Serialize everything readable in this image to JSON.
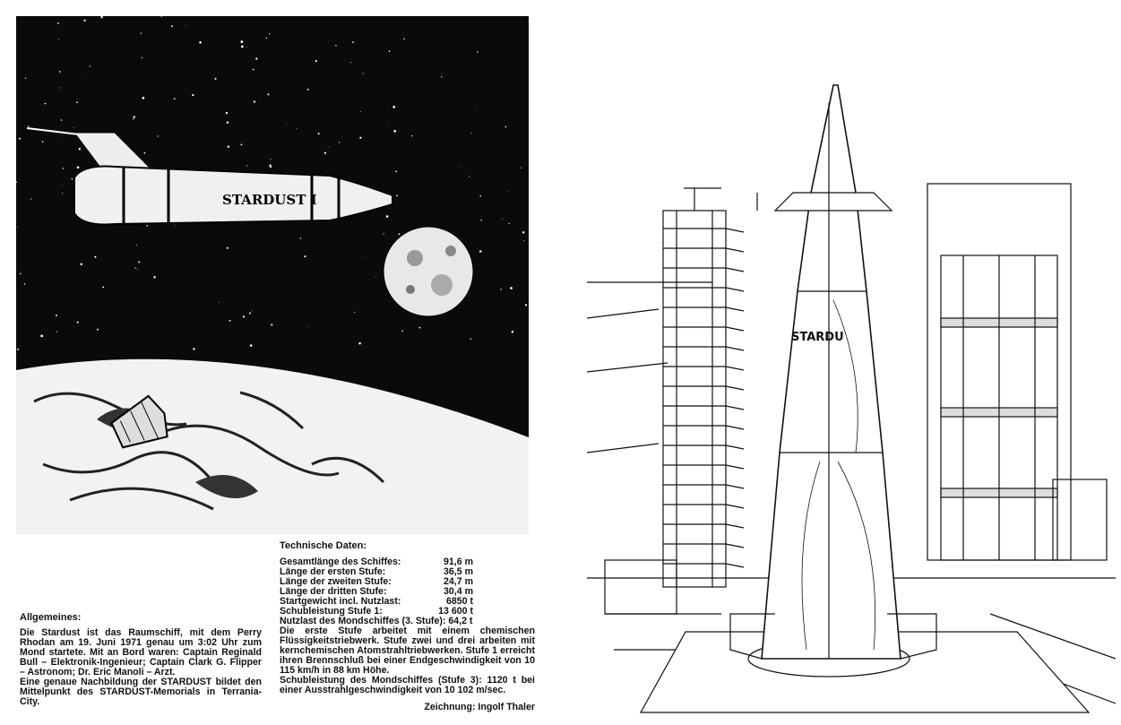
{
  "illustration_left": {
    "ship_name": "STARDUST I"
  },
  "illustration_right": {
    "ship_name": "STARDU"
  },
  "general": {
    "heading": "Allgemeines:",
    "body": "Die Stardust ist das Raumschiff, mit dem Perry Rhodan am 19. Juni 1971 genau um 3:02 Uhr zum Mond startete. Mit an Bord waren: Captain Reginald Bull – Elektronik-Ingenieur; Captain Clark G. Flipper – Astronom; Dr. Eric Manoli – Arzt.",
    "body2": "Eine genaue Nachbildung der STARDUST bildet den Mittelpunkt des STARDUST-Memorials in Terrania-City."
  },
  "tech": {
    "heading": "Technische Daten:",
    "rows": [
      {
        "label": "Gesamtlänge des Schiffes:",
        "value": "91,6 m"
      },
      {
        "label": "Länge der ersten Stufe:",
        "value": "36,5 m"
      },
      {
        "label": "Länge der zweiten Stufe:",
        "value": "24,7 m"
      },
      {
        "label": "Länge der dritten Stufe:",
        "value": "30,4 m"
      },
      {
        "label": "Startgewicht incl. Nutzlast:",
        "value": "6850 t"
      },
      {
        "label": "Schubleistung Stufe 1:",
        "value": "13 600 t"
      }
    ],
    "payload": "Nutzlast des Mondschiffes (3. Stufe): 64,2 t",
    "para1": "Die erste Stufe arbeitet mit einem chemischen Flüssigkeitstriebwerk. Stufe zwei und drei arbeiten mit kernchemischen Atomstrahltriebwerken. Stufe 1 erreicht ihren Brennschluß bei einer Endgeschwindigkeit von 10 115 km/h in 88 km Höhe.",
    "para2": "Schubleistung des Mondschiffes (Stufe 3): 1120 t bei einer Ausstrahlgeschwindigkeit von 10 102 m/sec."
  },
  "credit": "Zeichnung: Ingolf Thaler"
}
